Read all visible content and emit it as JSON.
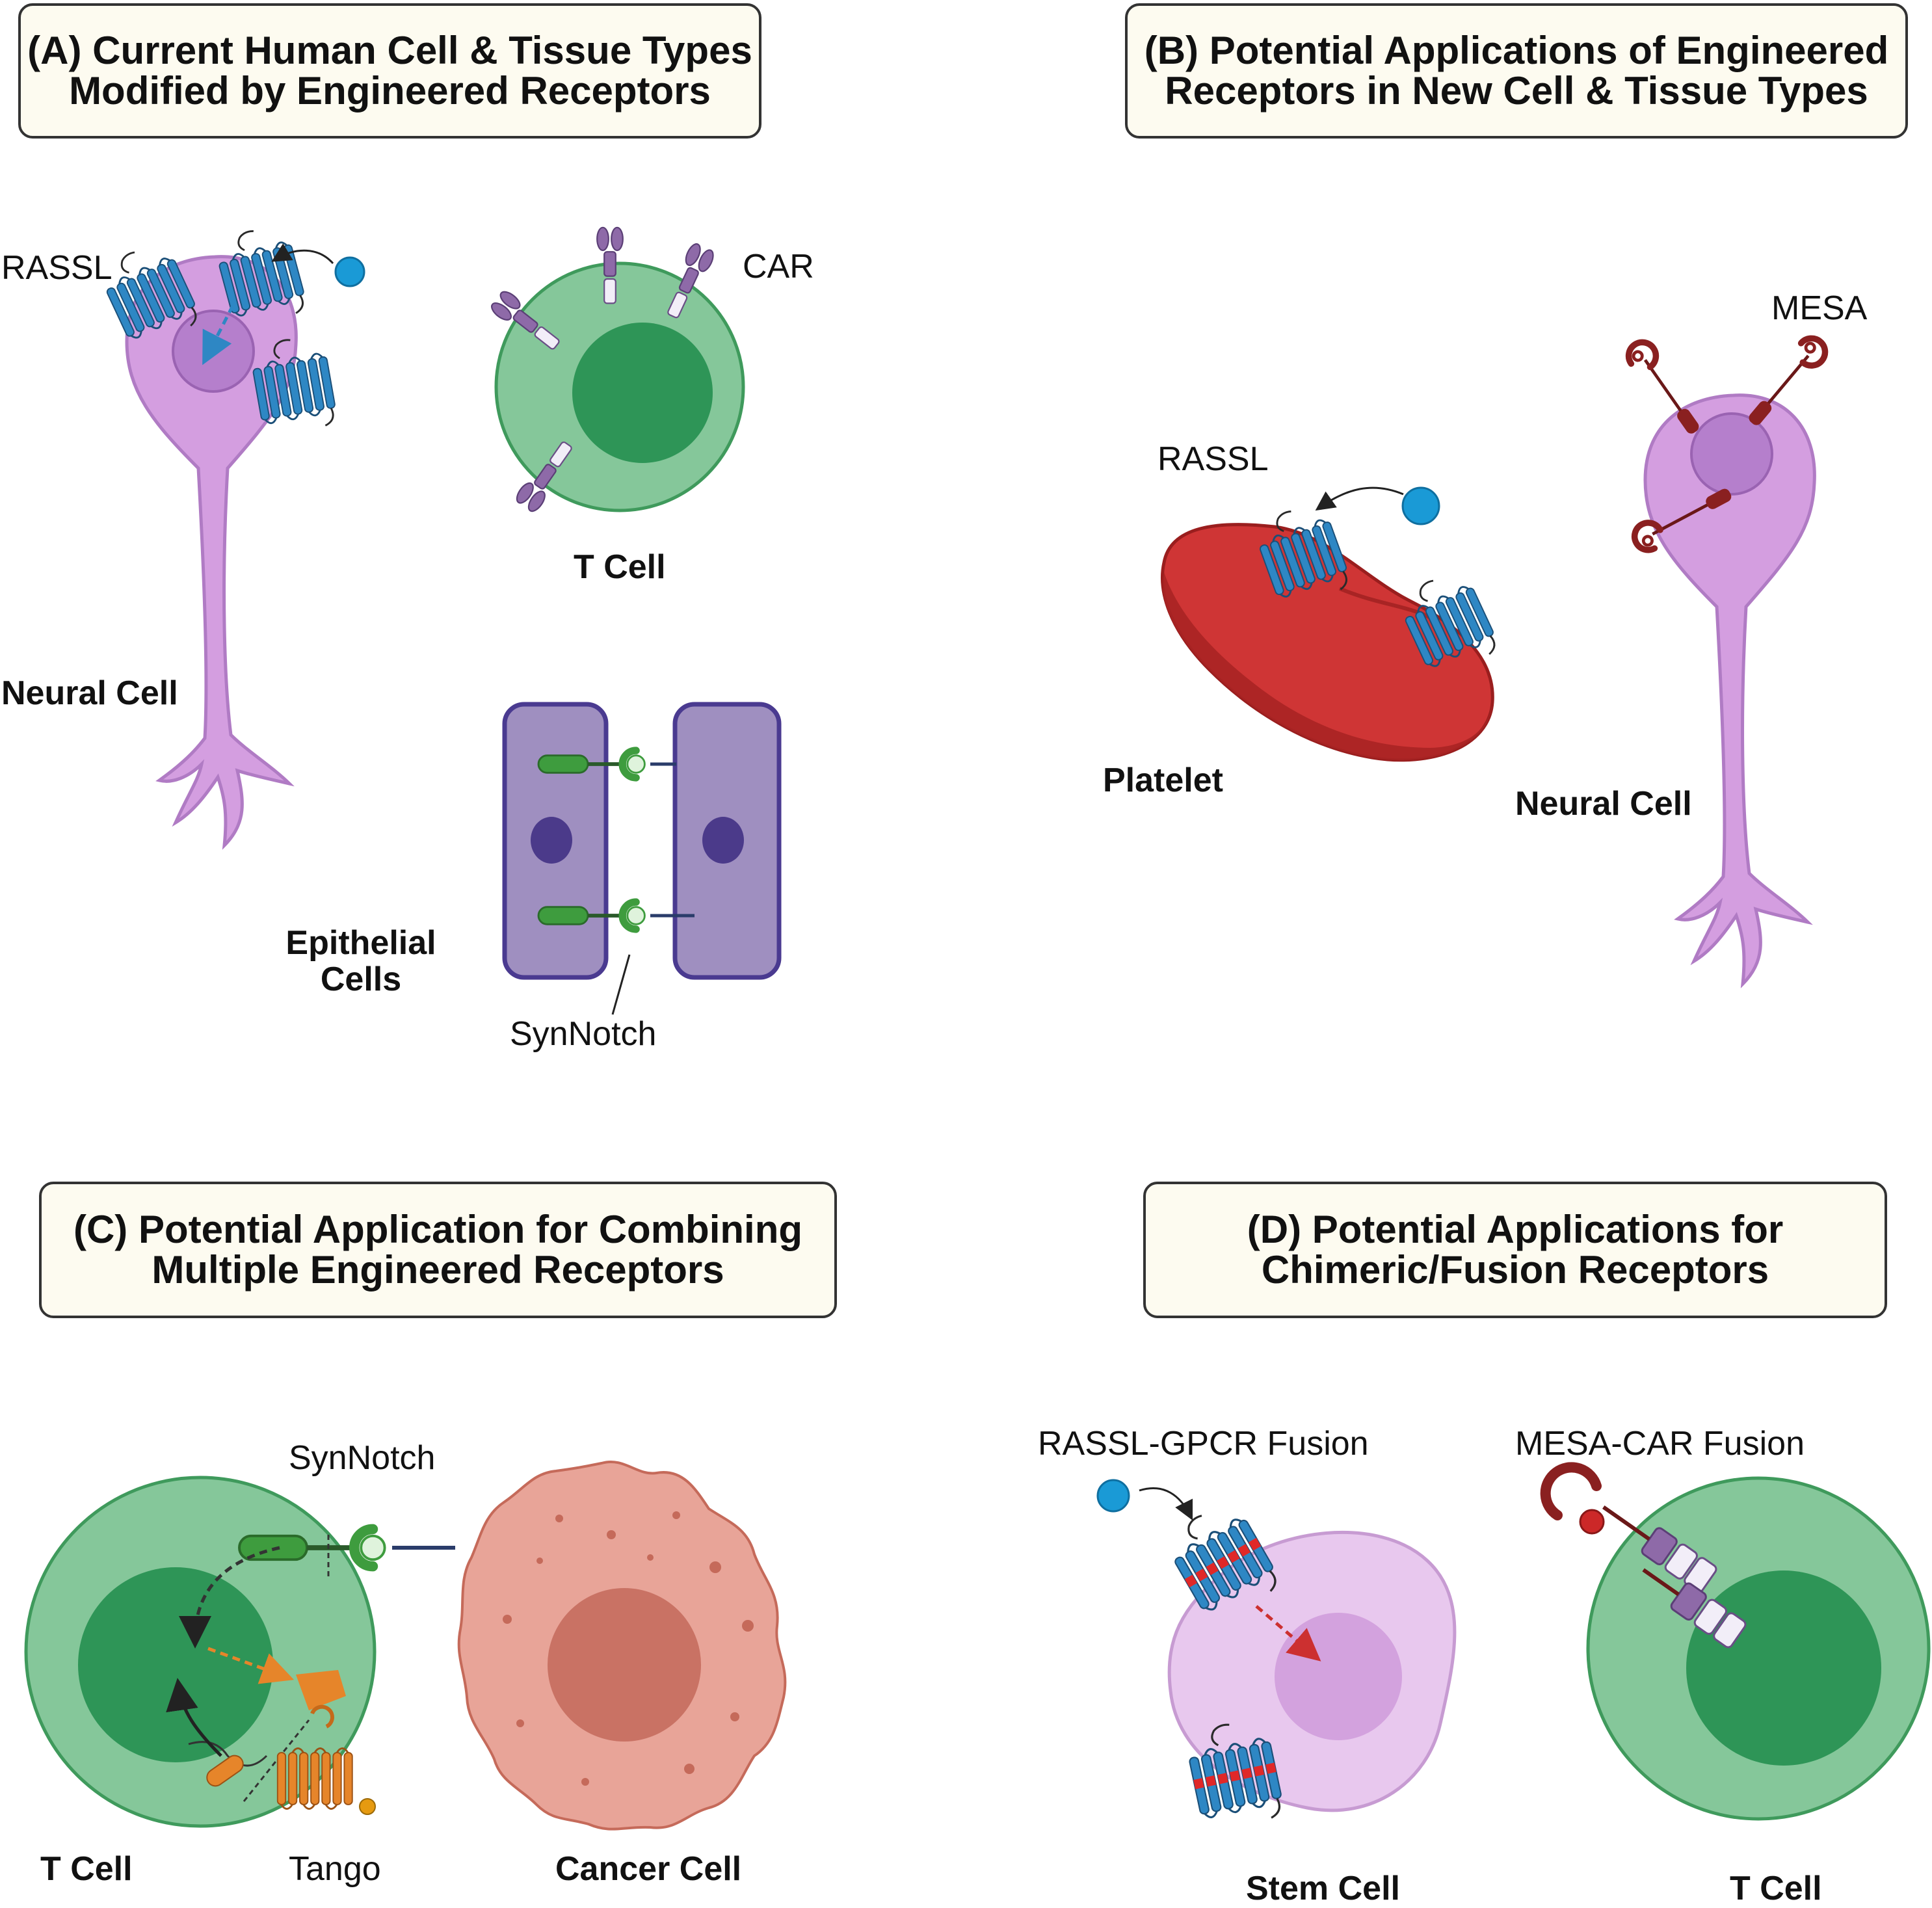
{
  "panels": {
    "a": {
      "title_line1": "(A) Current Human Cell & Tissue Types",
      "title_line2": "Modified by Engineered Receptors"
    },
    "b": {
      "title_line1": "(B) Potential Applications of Engineered",
      "title_line2": "Receptors in New Cell & Tissue Types"
    },
    "c": {
      "title_line1": "(C) Potential Application for Combining",
      "title_line2": "Multiple Engineered Receptors"
    },
    "d": {
      "title_line1": "(D) Potential Applications for",
      "title_line2": "Chimeric/Fusion Receptors"
    }
  },
  "labels": {
    "a_rassl": "RASSL",
    "a_car": "CAR",
    "a_tcell": "T Cell",
    "a_neural": "Neural Cell",
    "a_epithelial_1": "Epithelial",
    "a_epithelial_2": "Cells",
    "a_synnotch": "SynNotch",
    "b_mesa": "MESA",
    "b_rassl": "RASSL",
    "b_platelet": "Platelet",
    "b_neural": "Neural Cell",
    "c_synnotch": "SynNotch",
    "c_tcell": "T Cell",
    "c_tango": "Tango",
    "c_cancer": "Cancer Cell",
    "d_rassl_gpcr": "RASSL-GPCR Fusion",
    "d_mesa_car": "MESA-CAR Fusion",
    "d_stem": "Stem Cell",
    "d_tcell": "T Cell"
  },
  "colors": {
    "neural": "#d49ee0",
    "neural_nucleus": "#b57fcc",
    "tcell": "#85c79a",
    "tcell_nucleus": "#2e9557",
    "epithelial": "#9f8fc0",
    "platelet": "#cf3535",
    "cancer": "#e8a498",
    "stem": "#e8c8ee",
    "gpcr": "#2e87c4",
    "ligand": "#1a9ad6",
    "mesa": "#8a2020",
    "car": "#8e6aa8",
    "synnotch": "#3e9c3e",
    "tango": "#e6852a"
  }
}
